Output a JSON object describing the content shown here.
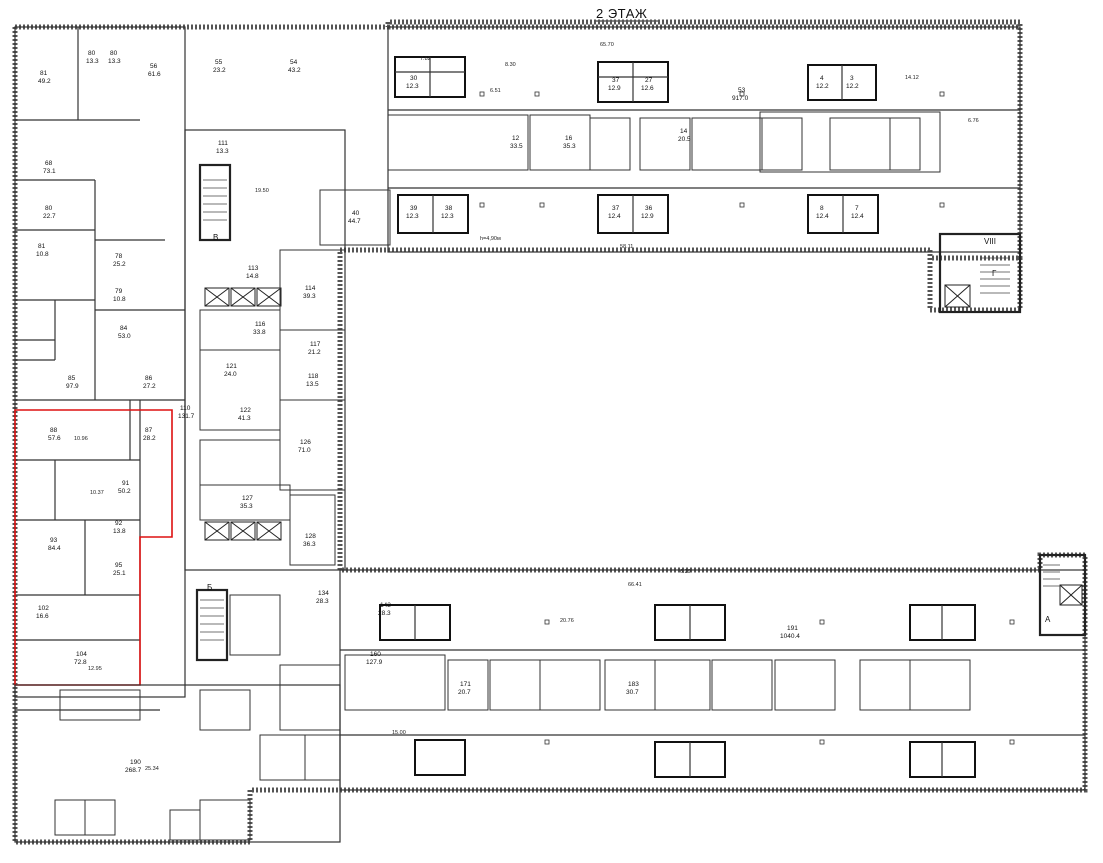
{
  "floor_title": "2 ЭТАЖ",
  "ceiling_note": "h=4,90м",
  "block_labels": [
    "B",
    "Б",
    "A",
    "Г",
    "VIII"
  ],
  "rooms": [
    {
      "n": "80",
      "a": "13.3"
    },
    {
      "n": "80",
      "a": "13.3"
    },
    {
      "n": "81",
      "a": "49.2"
    },
    {
      "n": "56",
      "a": "61.6"
    },
    {
      "n": "55",
      "a": "23.2"
    },
    {
      "n": "54",
      "a": "43.2"
    },
    {
      "n": "53",
      "a": "917.0"
    },
    {
      "n": "4",
      "a": "12.2"
    },
    {
      "n": "3",
      "a": "12.2"
    },
    {
      "n": "37",
      "a": "12.9"
    },
    {
      "n": "27",
      "a": "12.6"
    },
    {
      "n": "30",
      "a": "12.3"
    },
    {
      "n": "40",
      "a": "44.7"
    },
    {
      "n": "39",
      "a": "12.3"
    },
    {
      "n": "38",
      "a": "12.3"
    },
    {
      "n": "37",
      "a": "12.4"
    },
    {
      "n": "36",
      "a": "12.9"
    },
    {
      "n": "8",
      "a": "12.4"
    },
    {
      "n": "7",
      "a": "12.4"
    },
    {
      "n": "68",
      "a": "73.1"
    },
    {
      "n": "80",
      "a": "22.7"
    },
    {
      "n": "81",
      "a": "10.8"
    },
    {
      "n": "78",
      "a": "25.2"
    },
    {
      "n": "79",
      "a": "10.8"
    },
    {
      "n": "84",
      "a": "53.0"
    },
    {
      "n": "85",
      "a": "97.9"
    },
    {
      "n": "86",
      "a": "27.2"
    },
    {
      "n": "88",
      "a": "57.6"
    },
    {
      "n": "87",
      "a": "28.2"
    },
    {
      "n": "91",
      "a": "50.2"
    },
    {
      "n": "110",
      "a": "131.7"
    },
    {
      "n": "93",
      "a": "84.4"
    },
    {
      "n": "92",
      "a": "13.8"
    },
    {
      "n": "95",
      "a": "25.1"
    },
    {
      "n": "102",
      "a": "16.6"
    },
    {
      "n": "104",
      "a": "72.8"
    },
    {
      "n": "116",
      "a": "33.8"
    },
    {
      "n": "117",
      "a": "21.2"
    },
    {
      "n": "118",
      "a": "13.5"
    },
    {
      "n": "121",
      "a": "24.0"
    },
    {
      "n": "122",
      "a": "41.3"
    },
    {
      "n": "126",
      "a": "71.0"
    },
    {
      "n": "127",
      "a": "35.3"
    },
    {
      "n": "128",
      "a": "36.3"
    },
    {
      "n": "134",
      "a": "28.3"
    },
    {
      "n": "111",
      "a": "13.3"
    },
    {
      "n": "113",
      "a": "14.8"
    },
    {
      "n": "114",
      "a": "39.3"
    },
    {
      "n": "143",
      "a": "28.3"
    },
    {
      "n": "190",
      "a": "268.7"
    },
    {
      "n": "160",
      "a": "127.9"
    },
    {
      "n": "191",
      "a": "1040.4"
    },
    {
      "n": "171",
      "a": "20.7"
    },
    {
      "n": "183",
      "a": "30.7"
    },
    {
      "n": "12",
      "a": "33.5"
    },
    {
      "n": "16",
      "a": "35.3"
    },
    {
      "n": "14",
      "a": "20.5"
    }
  ],
  "dimensions": [
    "65.70",
    "14.12",
    "6.76",
    "58.11",
    "66.41",
    "20.76",
    "25.34",
    "12.95",
    "10.96",
    "10.37",
    "19.50",
    "15.00",
    "6.29",
    "8.30",
    "6.51",
    "7.82"
  ]
}
